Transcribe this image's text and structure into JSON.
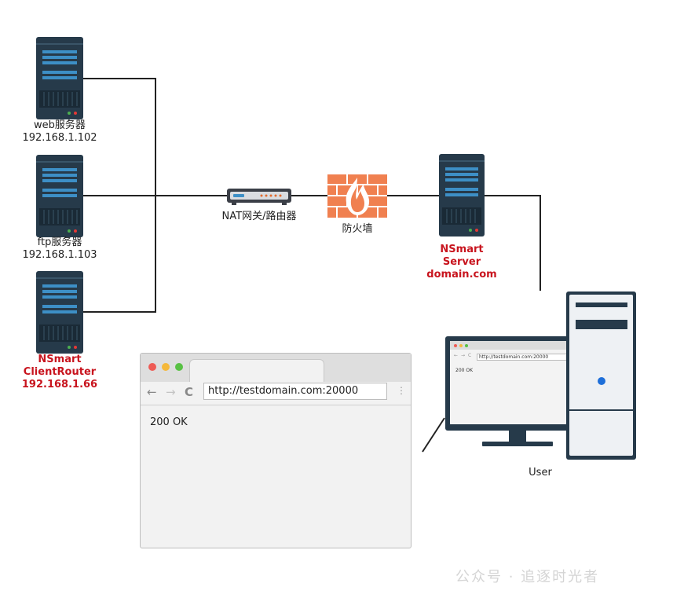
{
  "nodes": {
    "web_server": {
      "name": "web服务器",
      "ip": "192.168.1.102"
    },
    "ftp_server": {
      "name": "ftp服务器",
      "ip": "192.168.1.103"
    },
    "client_router": {
      "line1": "NSmart",
      "line2": "ClientRouter",
      "line3": "192.168.1.66"
    },
    "nat_router": {
      "name": "NAT网关/路由器"
    },
    "firewall": {
      "name": "防火墙"
    },
    "nsmart_server": {
      "line1": "NSmart",
      "line2": "Server",
      "line3": "domain.com"
    },
    "user": {
      "name": "User"
    }
  },
  "browser": {
    "url": "http://testdomain.com:20000",
    "content": "200 OK",
    "back_glyph": "←",
    "forward_glyph": "→",
    "reload_glyph": "C",
    "menu_glyph": "⋮"
  },
  "monitor_browser": {
    "url": "http://testdomain.com:20000",
    "content": "200 OK"
  },
  "watermark": "公众号 · 追逐时光者",
  "colors": {
    "server_body": "#263a4a",
    "server_stripe": "#3d8fc6",
    "highlight_red": "#c8141e",
    "firewall": "#f08050",
    "wire": "#222222"
  }
}
